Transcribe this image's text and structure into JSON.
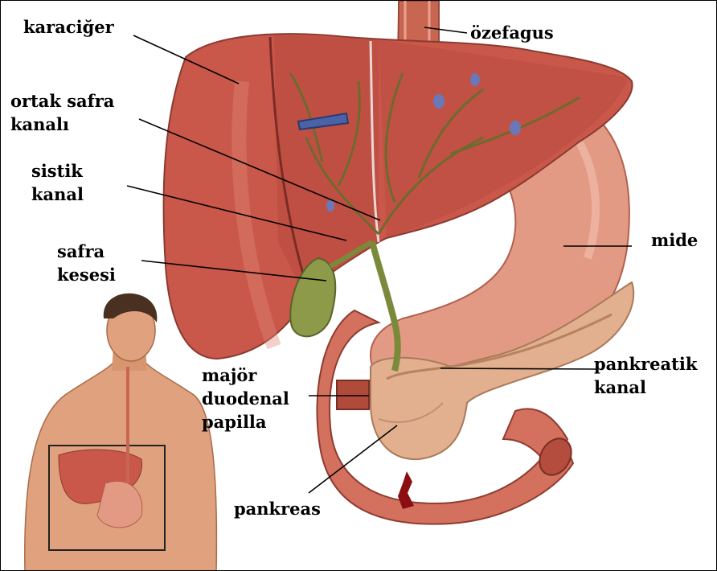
{
  "labels": {
    "karaciger": [
      "karaciğer"
    ],
    "ortak_safra": [
      "ortak safra",
      "kanalı"
    ],
    "sistik": [
      "sistik",
      "kanal"
    ],
    "safra_kesesi": [
      "safra",
      "kesesi"
    ],
    "majr": [
      "majör",
      "duodenal",
      "papilla"
    ],
    "pankreas": [
      "pankreas"
    ],
    "ozefagus": [
      "özefagus"
    ],
    "mide": [
      "mide"
    ],
    "pankreatik": [
      "pankreatik",
      "kanal"
    ]
  },
  "colors": {
    "liver": "#c9584a",
    "liver_dark": "#a8423a",
    "stomach": "#e39a84",
    "gallbladder": "#8d9a4a",
    "duct": "#7a8a3a",
    "duodenum": "#d4705e",
    "pancreas": "#e2b08e",
    "skin": "#e0a27e"
  }
}
